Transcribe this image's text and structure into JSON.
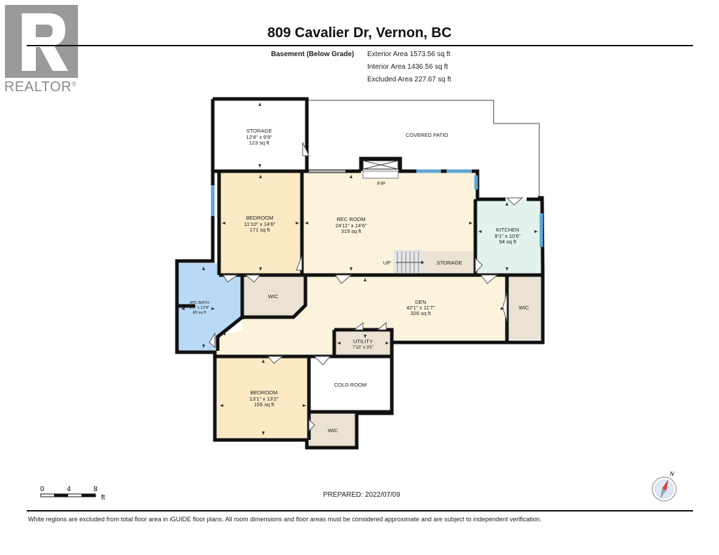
{
  "brand": {
    "logo_word": "REALTOR",
    "logo_mark": "®",
    "logo_color": "#9a9a9a"
  },
  "header": {
    "title": "809 Cavalier Dr, Vernon, BC",
    "level": "Basement (Below Grade)",
    "exterior_area": "Exterior Area 1573.56 sq ft",
    "interior_area": "Interior Area 1436.56 sq ft",
    "excluded_area": "Excluded Area 227.67 sq ft"
  },
  "rooms": {
    "storage_top": {
      "name": "STORAGE",
      "dims": "12'8\" x 9'9\"",
      "area": "123 sq ft"
    },
    "covered_patio": {
      "name": "COVERED PATIO"
    },
    "fireplace": {
      "name": "F/P"
    },
    "bedroom_1": {
      "name": "BEDROOM",
      "dims": "11'10\" x 14'6\"",
      "area": "171 sq ft"
    },
    "rec_room": {
      "name": "REC ROOM",
      "dims": "24'11\" x 14'6\"",
      "area": "319 sq ft"
    },
    "kitchen": {
      "name": "KITCHEN",
      "dims": "9'1\" x 10'6\"",
      "area": "94 sq ft"
    },
    "stairs": {
      "name": "UP"
    },
    "storage_small": {
      "name": "STORAGE"
    },
    "bath": {
      "name": "4PC BATH",
      "dims": "8'9\" x 12'8\"",
      "area": "89 sq ft"
    },
    "wic_1": {
      "name": "WIC"
    },
    "den": {
      "name": "DEN",
      "dims": "42'1\" x 11'7\"",
      "area": "326 sq ft"
    },
    "wic_2": {
      "name": "WIC"
    },
    "utility": {
      "name": "UTILITY",
      "dims": "7'10\" x 3'5\""
    },
    "bedroom_2": {
      "name": "BEDROOM",
      "dims": "13'1\" x 13'2\"",
      "area": "155 sq ft"
    },
    "cold_room": {
      "name": "COLD ROOM"
    },
    "wic_3": {
      "name": "WIC"
    }
  },
  "colors": {
    "bedroom": "#fbeac4",
    "living": "#fbf3db",
    "bath": "#b9daf7",
    "kitchen": "#e3f3ec",
    "closet": "#ebe2d4",
    "wall": "#111111",
    "window": "#5ea6d6"
  },
  "scale": {
    "labels": [
      "0",
      "4",
      "8"
    ],
    "unit": "ft"
  },
  "compass": {
    "label": "N"
  },
  "footer": {
    "prepared": "PREPARED: 2022/07/09",
    "disclaimer": "White regions are excluded from total floor area in iGUIDE floor plans. All room dimensions and floor areas must be considered approximate and are subject to independent verification."
  }
}
